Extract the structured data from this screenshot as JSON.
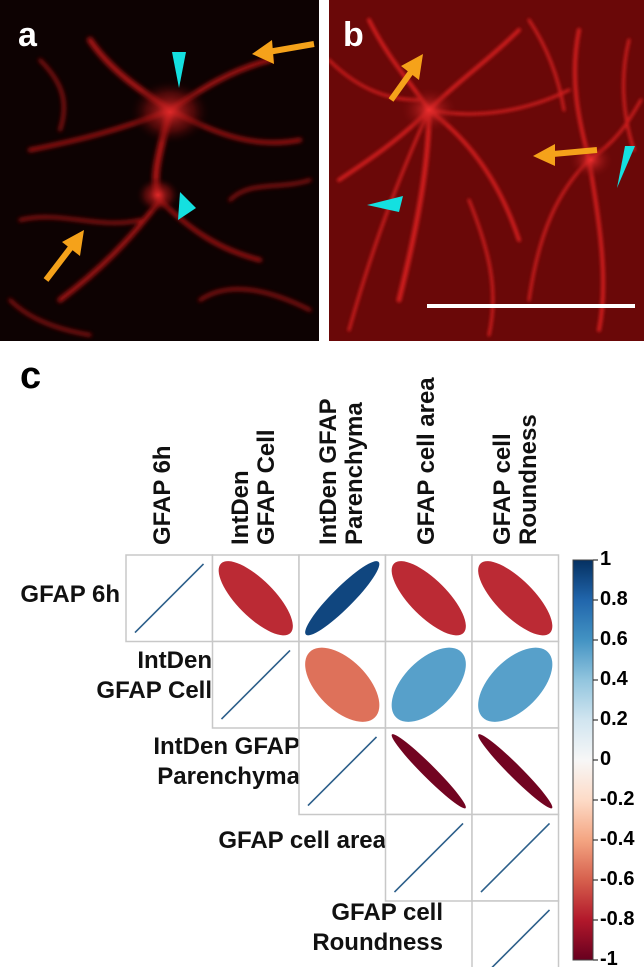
{
  "panels": {
    "a": {
      "letter": "a"
    },
    "b": {
      "letter": "b"
    },
    "c": {
      "letter": "c"
    }
  },
  "colors": {
    "fluorescence": "#d81a1a",
    "arrowhead": "#14e0e0",
    "arrow": "#f5a21a",
    "scale_bar": "#ffffff",
    "positive_max": "#0a3a6e",
    "negative_max": "#6b0a1c",
    "grid": "#c8c8c8"
  },
  "icons": {
    "arrowhead": "cyan-arrowhead-icon",
    "arrow": "orange-arrow-icon"
  },
  "chart_data": {
    "type": "heatmap",
    "variables": [
      "GFAP 6h",
      "IntDen\nGFAP Cell",
      "IntDen GFAP\nParenchyma",
      "GFAP cell area",
      "GFAP cell\nRoundness"
    ],
    "column_labels": [
      "GFAP 6h",
      "IntDen\nGFAP Cell",
      "IntDen GFAP\nParenchyma",
      "GFAP cell area",
      "GFAP cell\nRoundness"
    ],
    "row_labels": [
      "GFAP 6h",
      "IntDen\nGFAP Cell",
      "IntDen GFAP\nParenchyma",
      "GFAP cell area",
      "GFAP cell\nRoundness"
    ],
    "correlations": [
      [
        1,
        -0.75,
        0.92,
        -0.75,
        -0.75
      ],
      [
        null,
        1,
        -0.55,
        0.55,
        0.55
      ],
      [
        null,
        null,
        1,
        -0.97,
        -0.97
      ],
      [
        null,
        null,
        null,
        1,
        1
      ],
      [
        null,
        null,
        null,
        null,
        1
      ]
    ],
    "colorbar_ticks": [
      "1",
      "0.8",
      "0.6",
      "0.4",
      "0.2",
      "0",
      "-0.2",
      "-0.4",
      "-0.6",
      "-0.8",
      "-1"
    ],
    "colorbar_range": [
      -1,
      1
    ],
    "display": "upper-triangle ellipses",
    "grid": true
  }
}
